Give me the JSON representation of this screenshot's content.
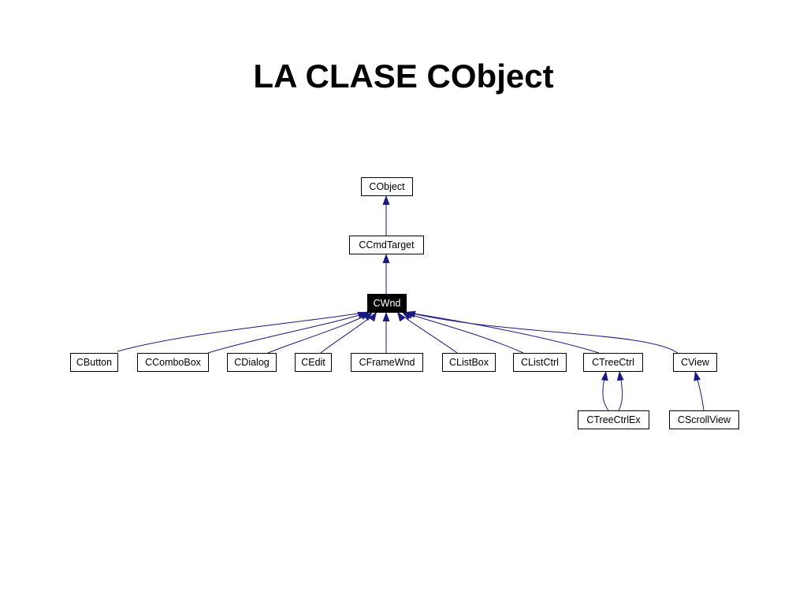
{
  "slide": {
    "title": "LA CLASE CObject"
  },
  "diagram": {
    "edge_color": "#1a1a80",
    "highlight_fill": "#000000",
    "nodes": [
      {
        "id": "cobject",
        "label": "CObject"
      },
      {
        "id": "ccmdtarget",
        "label": "CCmdTarget"
      },
      {
        "id": "cwnd",
        "label": "CWnd",
        "highlighted": true
      },
      {
        "id": "cbutton",
        "label": "CButton"
      },
      {
        "id": "ccombobox",
        "label": "CComboBox"
      },
      {
        "id": "cdialog",
        "label": "CDialog"
      },
      {
        "id": "cedit",
        "label": "CEdit"
      },
      {
        "id": "cframewnd",
        "label": "CFrameWnd"
      },
      {
        "id": "clistbox",
        "label": "CListBox"
      },
      {
        "id": "clistctrl",
        "label": "CListCtrl"
      },
      {
        "id": "ctreectrl",
        "label": "CTreeCtrl"
      },
      {
        "id": "cview",
        "label": "CView"
      },
      {
        "id": "ctreectrlex",
        "label": "CTreeCtrlEx"
      },
      {
        "id": "cscrollview",
        "label": "CScrollView"
      }
    ],
    "edges": [
      {
        "from": "ccmdtarget",
        "to": "cobject"
      },
      {
        "from": "cwnd",
        "to": "ccmdtarget"
      },
      {
        "from": "cbutton",
        "to": "cwnd"
      },
      {
        "from": "ccombobox",
        "to": "cwnd"
      },
      {
        "from": "cdialog",
        "to": "cwnd"
      },
      {
        "from": "cedit",
        "to": "cwnd"
      },
      {
        "from": "cframewnd",
        "to": "cwnd"
      },
      {
        "from": "clistbox",
        "to": "cwnd"
      },
      {
        "from": "clistctrl",
        "to": "cwnd"
      },
      {
        "from": "ctreectrl",
        "to": "cwnd"
      },
      {
        "from": "cview",
        "to": "cwnd"
      },
      {
        "from": "ctreectrlex",
        "to": "ctreectrl"
      },
      {
        "from": "ctreectrlex",
        "to": "ctreectrl"
      },
      {
        "from": "cscrollview",
        "to": "cview"
      }
    ]
  }
}
